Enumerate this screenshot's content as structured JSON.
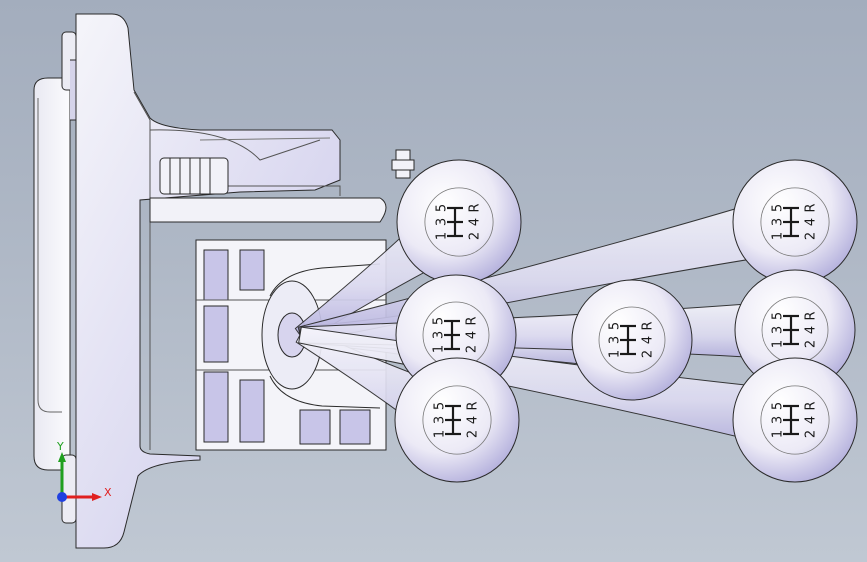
{
  "viewport": {
    "background_top": "#a3adbd",
    "background_bottom": "#c0c8d3",
    "part_fill": "#f3f3f8",
    "part_shade": "#c7c4ea",
    "edge_color": "#2a2a2a"
  },
  "knob_pattern": {
    "gears": [
      "1",
      "2",
      "3",
      "4",
      "5",
      "R"
    ]
  },
  "triad": {
    "x_label": "X",
    "y_label": "Y",
    "x_color": "#e02020",
    "y_color": "#20a020",
    "z_color": "#2040e0"
  },
  "knobs": [
    {
      "id": "knob-top-left"
    },
    {
      "id": "knob-mid-left"
    },
    {
      "id": "knob-bottom-left"
    },
    {
      "id": "knob-center"
    },
    {
      "id": "knob-top-right"
    },
    {
      "id": "knob-mid-right"
    },
    {
      "id": "knob-bottom-right"
    }
  ]
}
